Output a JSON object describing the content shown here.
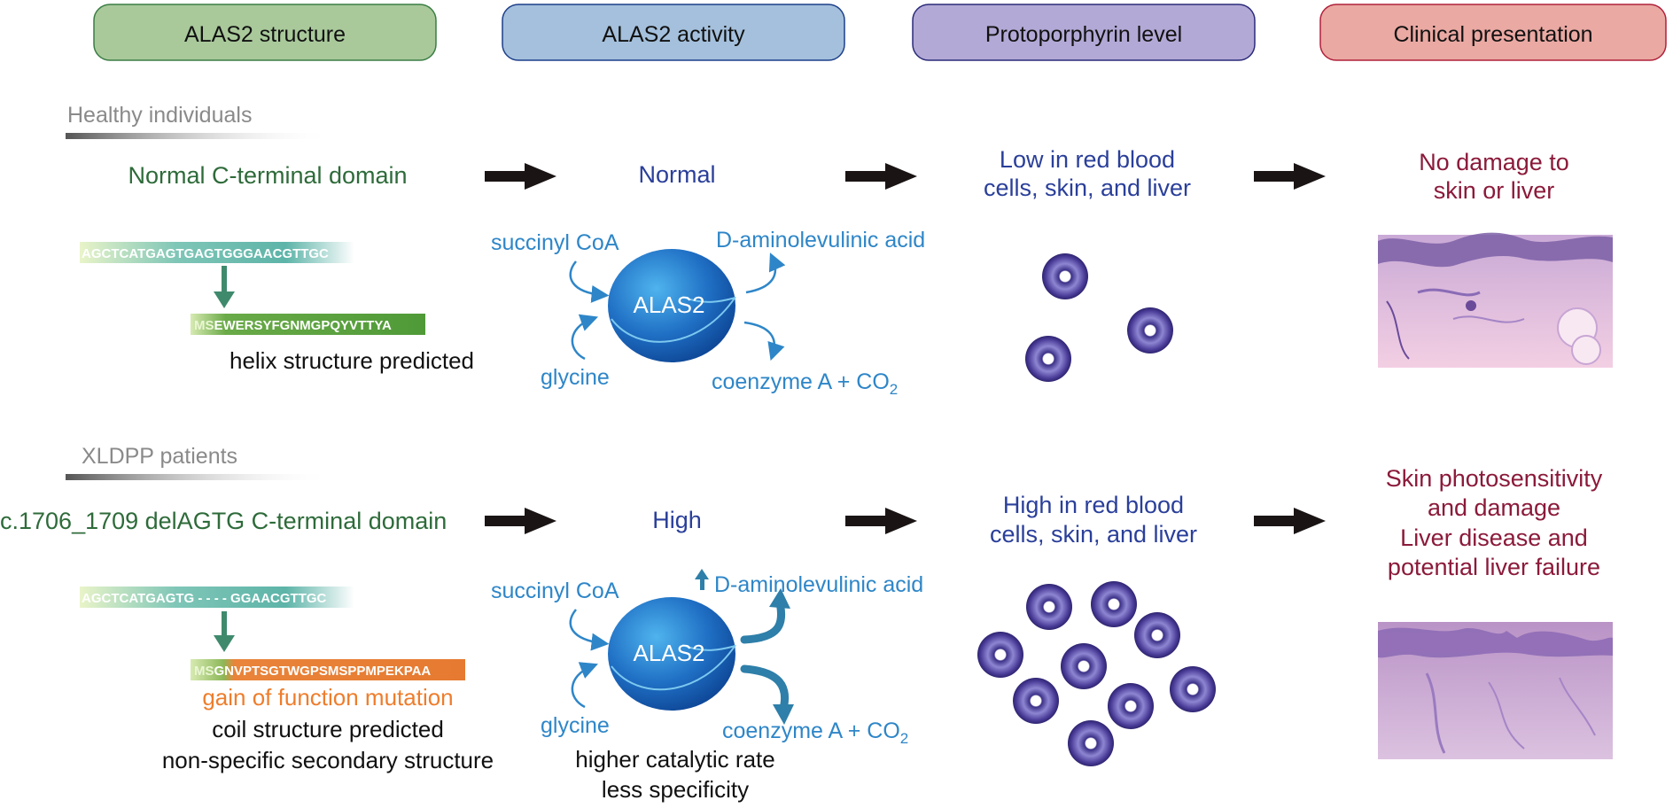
{
  "headers": [
    {
      "label": "ALAS2 structure",
      "fill": "#a9c99b",
      "stroke": "#3a7d44"
    },
    {
      "label": "ALAS2 activity",
      "fill": "#a4c0dc",
      "stroke": "#1d3f8a"
    },
    {
      "label": "Protoporphyrin level",
      "fill": "#b3a9d6",
      "stroke": "#2a2a7a"
    },
    {
      "label": "Clinical presentation",
      "fill": "#eaa9a3",
      "stroke": "#b0203a"
    }
  ],
  "colors": {
    "green_text": "#2e6b3a",
    "blue_text": "#2a3f9a",
    "light_blue": "#2e86c8",
    "maroon": "#8b1a3a",
    "orange": "#ee7d2c",
    "grey": "#8a8a8a",
    "arrow": "#1a1414"
  },
  "healthy": {
    "section_label": "Healthy individuals",
    "domain": "Normal C-terminal domain",
    "dna_seq_pre": "AGCTCATGAGTG",
    "dna_seq_bold": "AGTG",
    "dna_seq_post": "GGAACGTTGC",
    "protein_prefix": "MS",
    "protein_seq": "EWERSYFGNMGPQYVTTYA",
    "structure_note": "helix structure predicted",
    "activity": "Normal",
    "substrate_1": "succinyl CoA",
    "substrate_2": "glycine",
    "product_1": "D-aminolevulinic acid",
    "product_2_main": "coenzyme A + CO",
    "product_2_sub": "2",
    "enzyme": "ALAS2",
    "level_line1": "Low in red blood",
    "level_line2": "cells, skin, and liver",
    "clinical_line1": "No damage to",
    "clinical_line2": "skin or liver"
  },
  "patients": {
    "section_label": "XLDPP patients",
    "domain": "c.1706_1709 delAGTG C-terminal domain",
    "dna_seq_pre": "AGCTCATGAGTG",
    "dna_seq_gap": " - - - - ",
    "dna_seq_post": "GGAACGTTGC",
    "protein_prefix": "MS",
    "protein_seq": "GNVPTSGTWGPSMSPPMPEKPAA",
    "mutation_note": "gain of function mutation",
    "structure_note_1": "coil structure predicted",
    "structure_note_2": "non-specific secondary structure",
    "activity": "High",
    "substrate_1": "succinyl CoA",
    "substrate_2": "glycine",
    "product_1": "D-aminolevulinic acid",
    "product_2_main": "coenzyme A + CO",
    "product_2_sub": "2",
    "enzyme": "ALAS2",
    "activity_note_1": "higher catalytic rate",
    "activity_note_2": "less specificity",
    "level_line1": "High in red blood",
    "level_line2": "cells, skin, and liver",
    "clinical_line1": "Skin photosensitivity",
    "clinical_line2": "and damage",
    "clinical_line3": "Liver disease and",
    "clinical_line4": "potential liver failure"
  }
}
